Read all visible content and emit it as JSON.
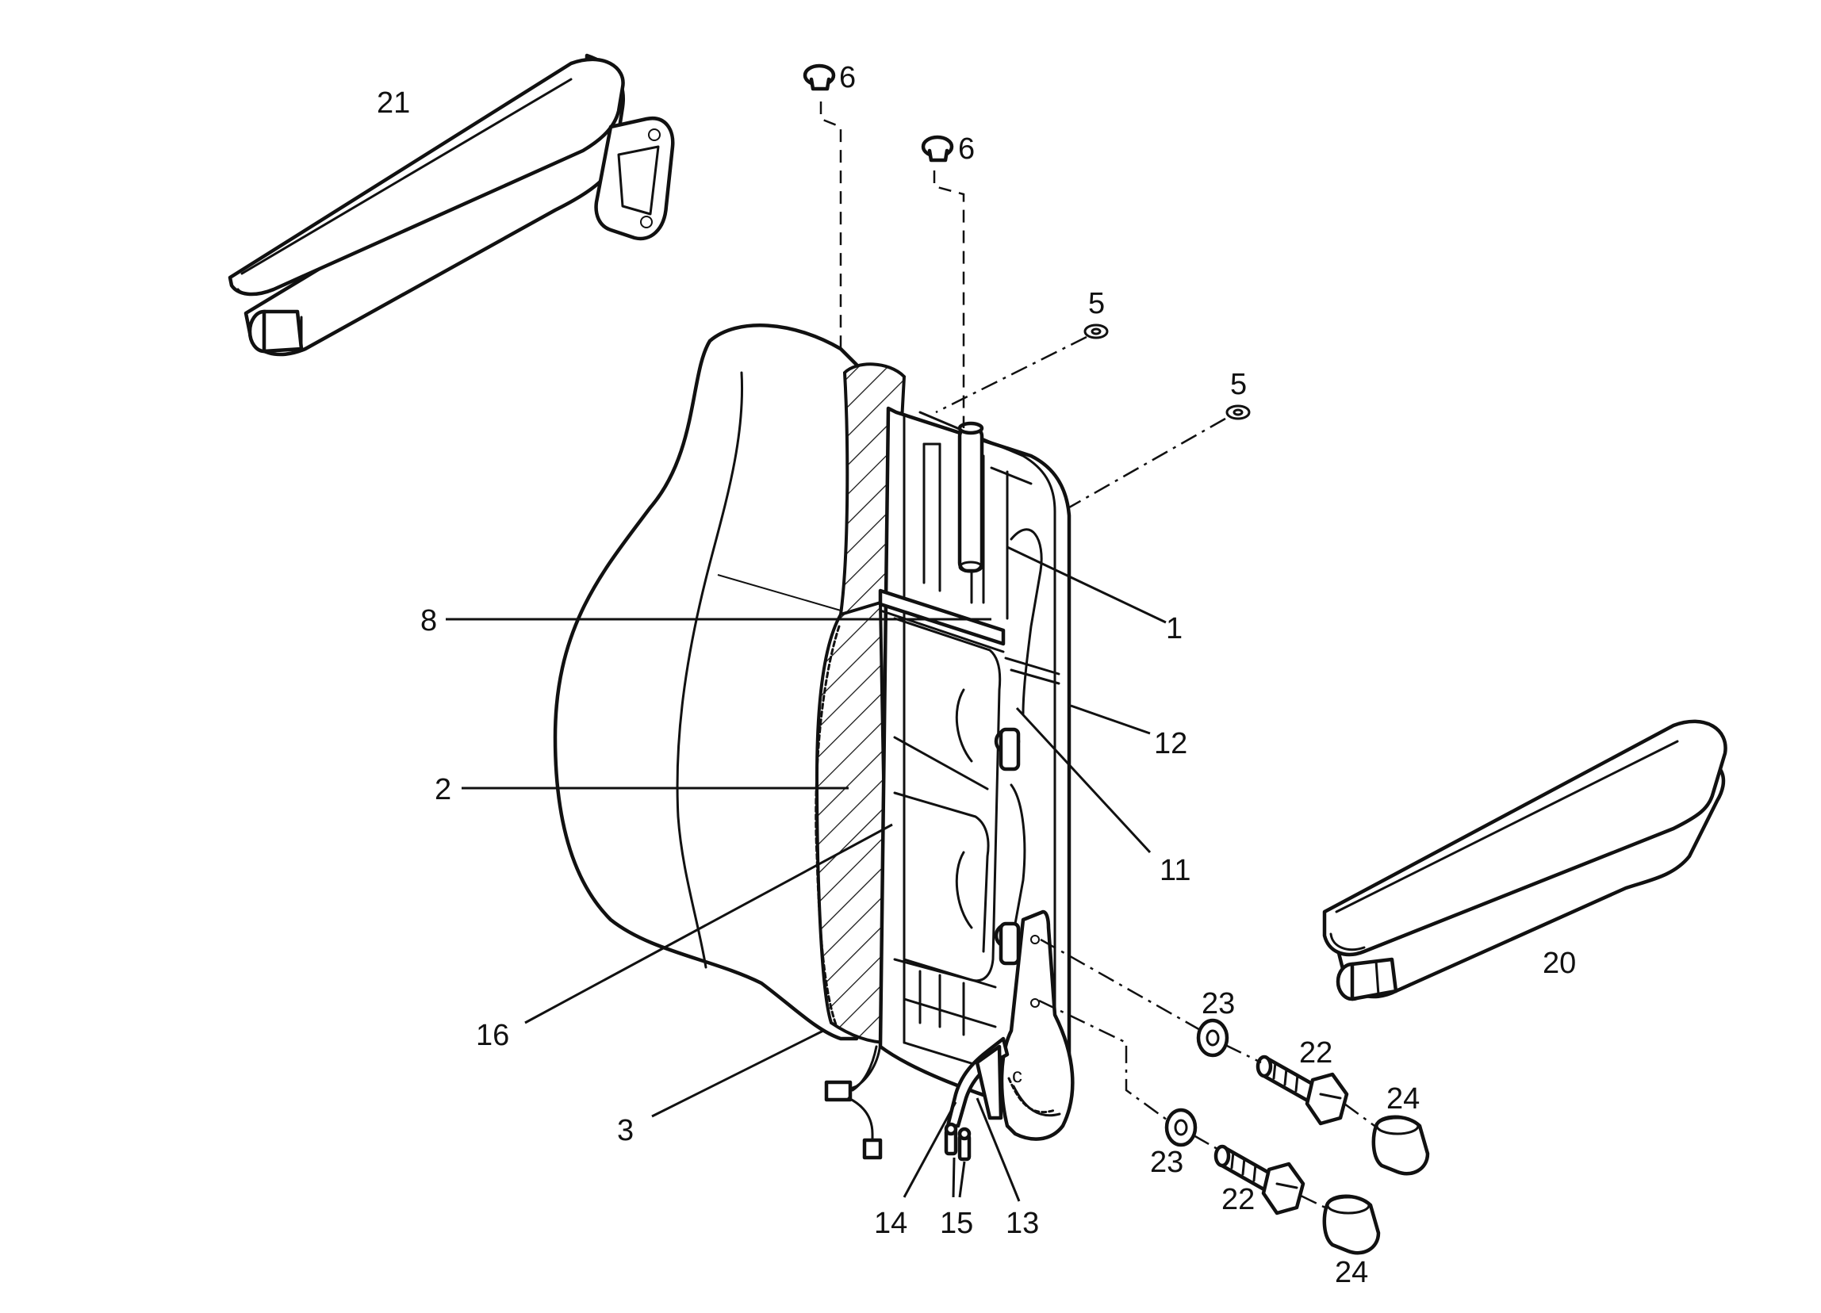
{
  "labels": {
    "l1": "1",
    "l2": "2",
    "l3": "3",
    "l5a": "5",
    "l5b": "5",
    "l6a": "6",
    "l6b": "6",
    "l8": "8",
    "l11": "11",
    "l12": "12",
    "l13": "13",
    "l14": "14",
    "l15": "15",
    "l16": "16",
    "l20": "20",
    "l21": "21",
    "l22a": "22",
    "l22b": "22",
    "l23a": "23",
    "l23b": "23",
    "l24a": "24",
    "l24b": "24"
  }
}
